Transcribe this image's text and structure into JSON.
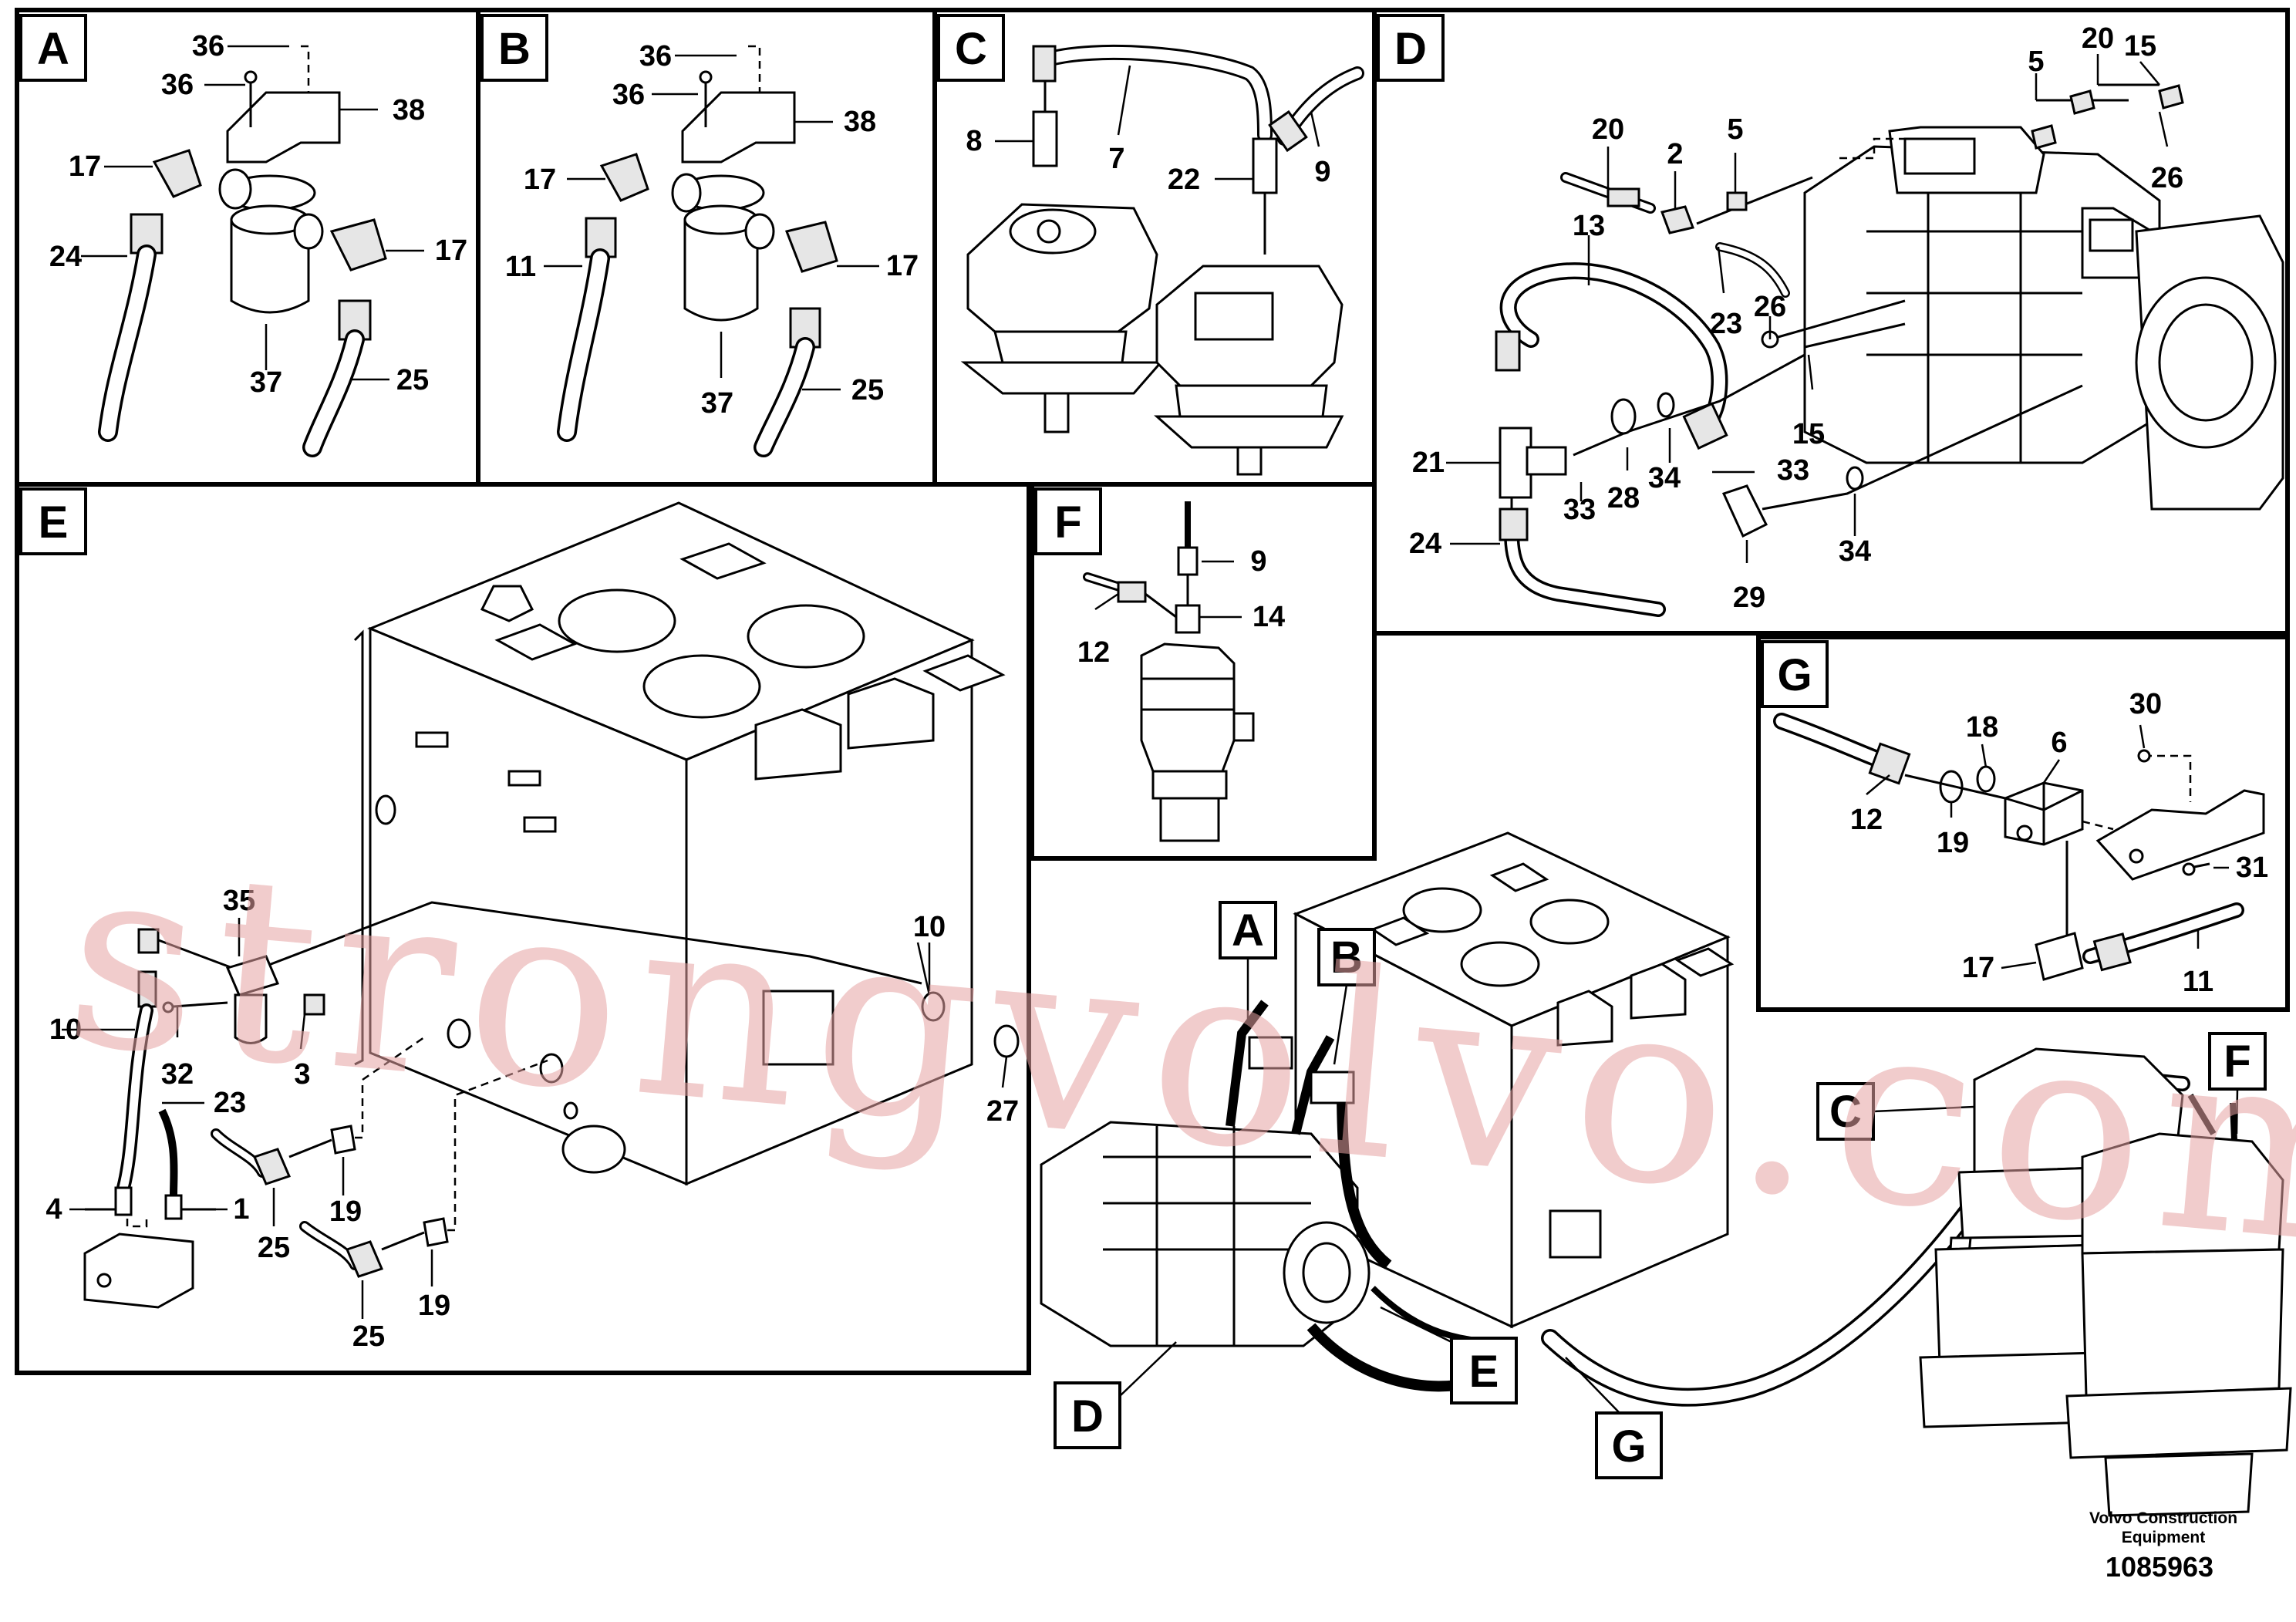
{
  "panels": {
    "A": {
      "letter": "A",
      "callouts": [
        "36",
        "36",
        "38",
        "17",
        "17",
        "24",
        "37",
        "25"
      ]
    },
    "B": {
      "letter": "B",
      "callouts": [
        "36",
        "36",
        "38",
        "17",
        "17",
        "11",
        "37",
        "25"
      ]
    },
    "C": {
      "letter": "C",
      "callouts": [
        "8",
        "7",
        "22",
        "9"
      ]
    },
    "D": {
      "letter": "D",
      "callouts": [
        "20",
        "15",
        "5",
        "20",
        "2",
        "5",
        "26",
        "13",
        "23",
        "26",
        "15",
        "21",
        "33",
        "28",
        "34",
        "33",
        "24",
        "29",
        "34"
      ]
    },
    "E": {
      "letter": "E",
      "callouts": [
        "35",
        "10",
        "10",
        "32",
        "3",
        "27",
        "23",
        "4",
        "1",
        "25",
        "19",
        "19",
        "25"
      ]
    },
    "F": {
      "letter": "F",
      "callouts": [
        "9",
        "14",
        "12"
      ]
    },
    "G": {
      "letter": "G",
      "callouts": [
        "30",
        "18",
        "6",
        "12",
        "19",
        "31",
        "17",
        "11"
      ]
    }
  },
  "overview_labels": [
    "A",
    "B",
    "C",
    "F",
    "D",
    "E",
    "G"
  ],
  "footer": {
    "brand_line1": "Volvo Construction",
    "brand_line2": "Equipment",
    "doc_number": "1085963"
  },
  "watermark": "strongvolvo.com"
}
